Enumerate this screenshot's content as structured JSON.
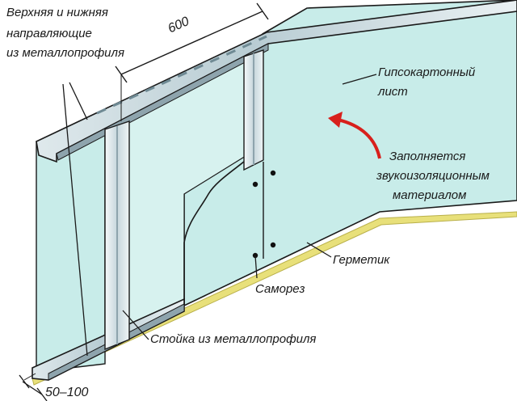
{
  "labels": {
    "rails_line1": "Верхняя и нижняя",
    "rails_line2": "направляющие",
    "rails_line3": "из металлопрофиля",
    "dim_600": "600",
    "sheet_line1": "Гипсокартонный",
    "sheet_line2": "лист",
    "fill_line1": "Заполняется",
    "fill_line2": "звукоизоляционным",
    "fill_line3": "материалом",
    "sealant": "Герметик",
    "screw": "Саморез",
    "stud": "Стойка из металлопрофиля",
    "dim_bottom": "50–100"
  },
  "colors": {
    "gypsum": "#c8ece9",
    "gypsum_dark": "#a9dcd8",
    "metal_light": "#eef3f4",
    "metal_mid": "#c9d8de",
    "metal_dark": "#8ea4ad",
    "sealant": "#e8e07a",
    "arrow_red": "#d8201c",
    "line": "#1a1a1a"
  }
}
